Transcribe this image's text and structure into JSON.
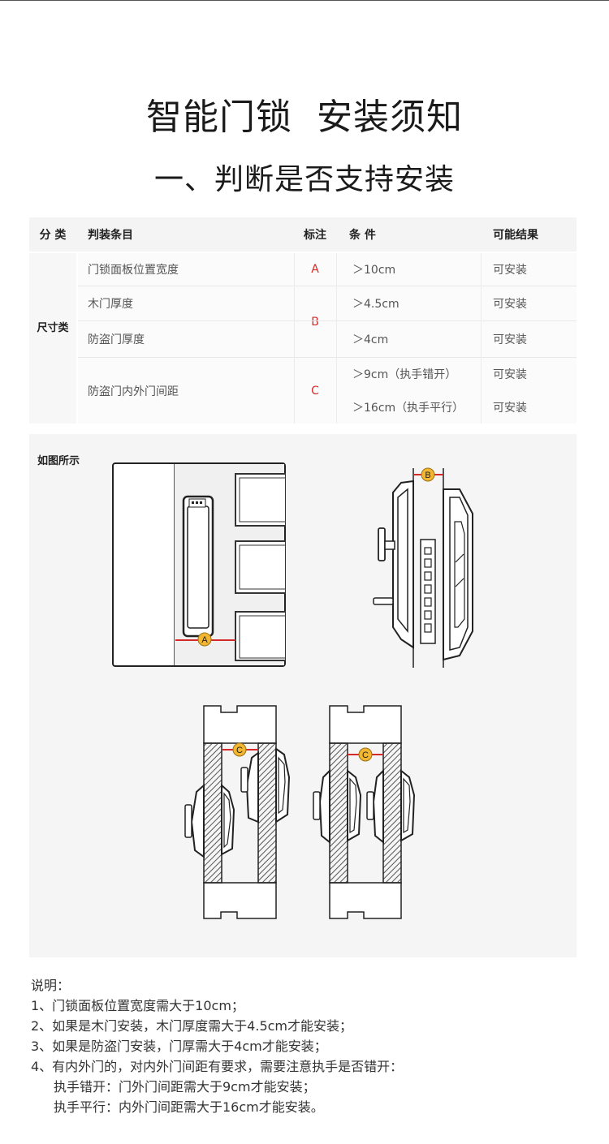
{
  "header": {
    "title": "智能门锁  安装须知",
    "subtitle": "一、判断是否支持安装"
  },
  "table": {
    "headers": [
      "分 类",
      "判装条目",
      "标注",
      "条 件",
      "可能结果"
    ],
    "category": "尺寸类",
    "rows": [
      {
        "item": "门锁面板位置宽度",
        "mark": "A",
        "condition": "＞10cm",
        "result": "可安装"
      },
      {
        "item": "木门厚度",
        "mark": "B",
        "condition": "＞4.5cm",
        "result": "可安装"
      },
      {
        "item": "防盗门厚度",
        "condition": "＞4cm",
        "result": "可安装"
      },
      {
        "item": "防盗门内外门间距",
        "mark": "C",
        "condition_1": "＞9cm（执手错开）",
        "result_1": "可安装",
        "condition_2": "＞16cm（执手平行）",
        "result_2": "可安装"
      }
    ]
  },
  "figure": {
    "label": "如图所示",
    "markers": {
      "a": "A",
      "b": "B",
      "c": "C"
    },
    "colors": {
      "dimension_line": "#d62a2a",
      "marker_fill": "#f2b631",
      "outline": "#222222"
    }
  },
  "notes": {
    "heading": "说明：",
    "lines": [
      "1、门锁面板位置宽度需大于10cm；",
      "2、如果是木门安装，木门厚度需大于4.5cm才能安装；",
      "3、如果是防盗门安装，门厚需大于4cm才能安装；",
      "4、有内外门的，对内外门间距有要求，需要注意执手是否错开：",
      "执手错开：门外门间距需大于9cm才能安装；",
      "执手平行：内外门间距需大于16cm才能安装。"
    ]
  }
}
